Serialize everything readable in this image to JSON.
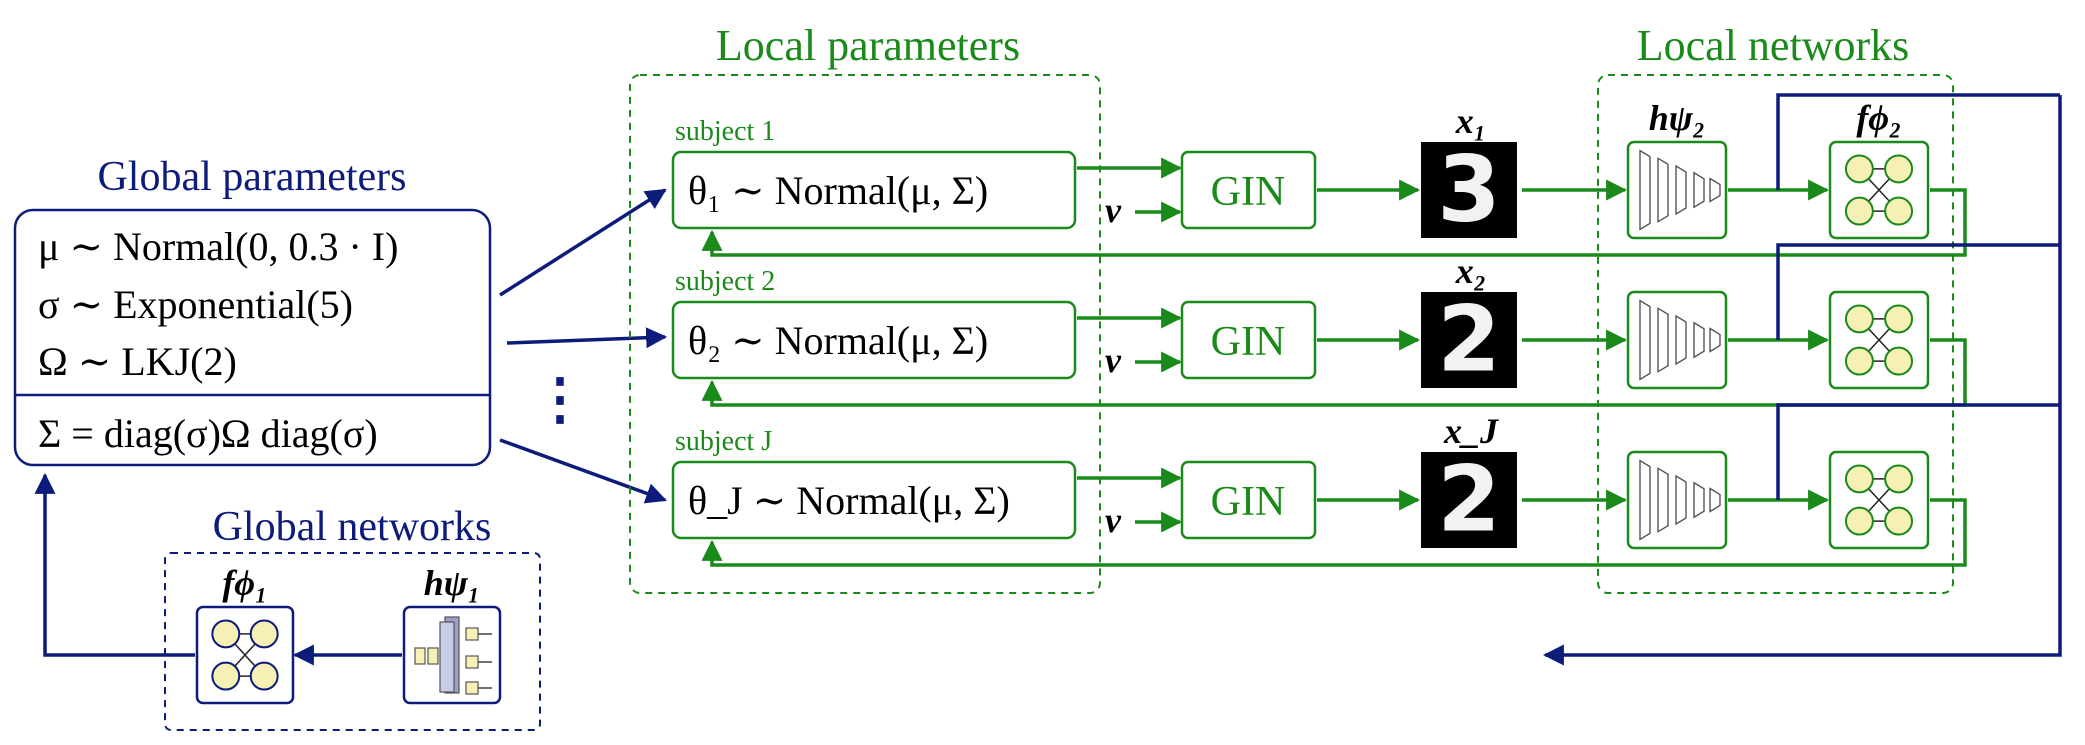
{
  "labels": {
    "global_parameters": "Global parameters",
    "local_parameters": "Local parameters",
    "local_networks": "Local networks",
    "global_networks": "Global networks",
    "nu": "ν",
    "vdots": "⋮"
  },
  "global_equations": [
    "μ ∼ Normal(0, 0.3 · I)",
    "σ ∼ Exponential(5)",
    "Ω ∼ LKJ(2)",
    "Σ = diag(σ)Ω diag(σ)"
  ],
  "subjects": [
    {
      "label": "subject 1",
      "equation": "θ₁ ∼ Normal(μ, Σ)",
      "gin": "GIN",
      "x_label": "x₁",
      "digit": "3"
    },
    {
      "label": "subject 2",
      "equation": "θ₂ ∼ Normal(μ, Σ)",
      "gin": "GIN",
      "x_label": "x₂",
      "digit": "2"
    },
    {
      "label": "subject J",
      "equation": "θ_J ∼ Normal(μ, Σ)",
      "gin": "GIN",
      "x_label": "x_J",
      "digit": "2"
    }
  ],
  "networks": {
    "h_local": "hψ₂",
    "f_local": "fϕ₂",
    "h_global": "hψ₁",
    "f_global": "fϕ₁"
  },
  "colors": {
    "navy": "#0d1b7a",
    "green": "#1a8a1a",
    "node_fill": "#f7f0b4"
  }
}
